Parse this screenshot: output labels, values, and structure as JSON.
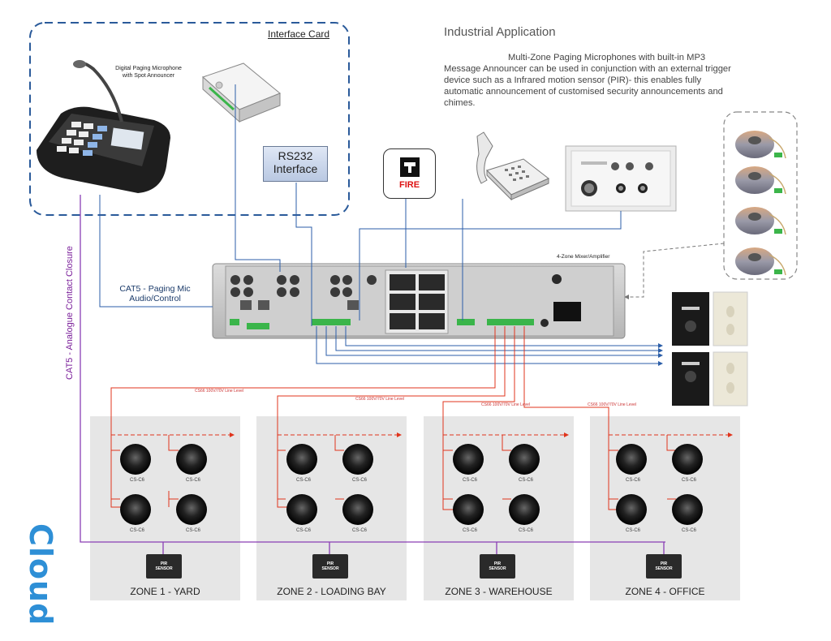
{
  "header": {
    "title": "Industrial Application",
    "description_line1": "Multi-Zone Paging Microphones with built-in MP3",
    "description_rest": "Message Announcer can be used in conjunction with an external trigger device such as a Infrared motion sensor (PIR)- this enables fully automatic announcement of customised security announcements and chimes."
  },
  "interface_card": {
    "label": "Interface Card",
    "mic_label_1": "Digital Paging Microphone",
    "mic_label_2": "with Spot Announcer",
    "rs232_line1": "RS232",
    "rs232_line2": "Interface"
  },
  "devices": {
    "fire_label": "FIRE",
    "amp_label": "4-Zone Mixer/Amplifier",
    "cat5_line1": "CAT5 - Paging Mic",
    "cat5_line2": "Audio/Control",
    "vertical_label": "CAT5 - Analogue Contact Closure",
    "logo_text": "Cloud"
  },
  "zones": [
    {
      "label": "ZONE 1 - YARD",
      "line_label": "CS66 100V/70V Line Level",
      "speaker_caption": "CS-C6",
      "pir_line1": "PIR",
      "pir_line2": "SENSOR"
    },
    {
      "label": "ZONE 2 - LOADING BAY",
      "line_label": "CS66 100V/70V Line Level",
      "speaker_caption": "CS-C6",
      "pir_line1": "PIR",
      "pir_line2": "SENSOR"
    },
    {
      "label": "ZONE 3 - WAREHOUSE",
      "line_label": "CS66 100V/70V Line Level",
      "speaker_caption": "CS-C6",
      "pir_line1": "PIR",
      "pir_line2": "SENSOR"
    },
    {
      "label": "ZONE 4 - OFFICE",
      "line_label": "CS66 100V/70V Line Level",
      "speaker_caption": "CS-C6",
      "pir_line1": "PIR",
      "pir_line2": "SENSOR"
    }
  ],
  "colors": {
    "zone_bg": "#e6e6e6",
    "speaker_wire": "#e0341c",
    "control_wire": "#2b5ea8",
    "contact_wire": "#8a3fb5",
    "interface_border": "#2a5a9a"
  }
}
